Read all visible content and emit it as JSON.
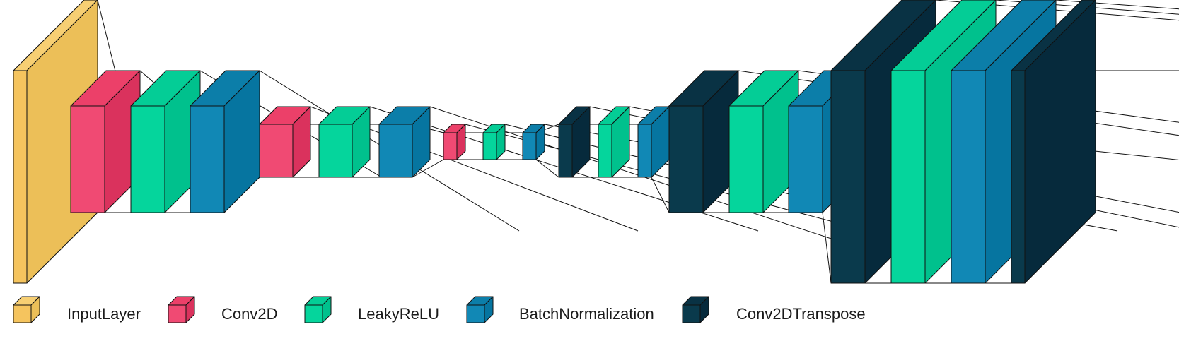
{
  "layer_types": {
    "InputLayer": {
      "label": "InputLayer",
      "front": "#F5C45E",
      "top": "#F7CF73",
      "side": "#ECBF58"
    },
    "Conv2D": {
      "label": "Conv2D",
      "front": "#F04A73",
      "top": "#EC4069",
      "side": "#DA325D"
    },
    "LeakyReLU": {
      "label": "LeakyReLU",
      "front": "#05D59C",
      "top": "#04CD96",
      "side": "#00C18D"
    },
    "BatchNormalization": {
      "label": "BatchNormalization",
      "front": "#1188B5",
      "top": "#0C7EA9",
      "side": "#0675A0"
    },
    "Conv2DTranspose": {
      "label": "Conv2DTranspose",
      "front": "#0A3A4C",
      "top": "#093244",
      "side": "#062A3C"
    }
  },
  "legend_order": [
    "InputLayer",
    "Conv2D",
    "LeakyReLU",
    "BatchNormalization",
    "Conv2DTranspose"
  ],
  "layers": [
    "InputLayer",
    "Conv2D",
    "LeakyReLU",
    "BatchNormalization",
    "Conv2D",
    "LeakyReLU",
    "BatchNormalization",
    "Conv2D",
    "LeakyReLU",
    "BatchNormalization",
    "Conv2DTranspose",
    "LeakyReLU",
    "BatchNormalization",
    "Conv2DTranspose",
    "LeakyReLU",
    "BatchNormalization",
    "Conv2DTranspose",
    "LeakyReLU",
    "BatchNormalization",
    "Conv2DTranspose"
  ]
}
